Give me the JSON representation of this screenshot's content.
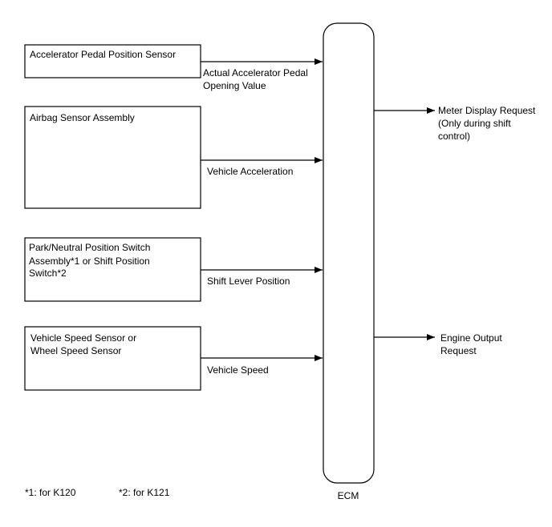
{
  "inputs": [
    {
      "lines": [
        "Accelerator Pedal Position Sensor"
      ],
      "signal": [
        "Actual Accelerator Pedal",
        "Opening Value"
      ]
    },
    {
      "lines": [
        "Airbag Sensor Assembly"
      ],
      "signal": [
        "Vehicle Acceleration"
      ]
    },
    {
      "lines": [
        "Park/Neutral Position Switch",
        "Assembly*1 or Shift Position",
        "Switch*2"
      ],
      "signal": [
        "Shift Lever Position"
      ]
    },
    {
      "lines": [
        "Vehicle Speed Sensor or",
        "Wheel Speed Sensor"
      ],
      "signal": [
        "Vehicle Speed"
      ]
    }
  ],
  "ecm_label": "ECM",
  "outputs": [
    {
      "lines": [
        "Meter Display Request",
        "(Only during shift",
        "control)"
      ]
    },
    {
      "lines": [
        "Engine Output",
        "Request"
      ]
    }
  ],
  "footnotes": [
    "*1: for K120",
    "*2: for K121"
  ]
}
